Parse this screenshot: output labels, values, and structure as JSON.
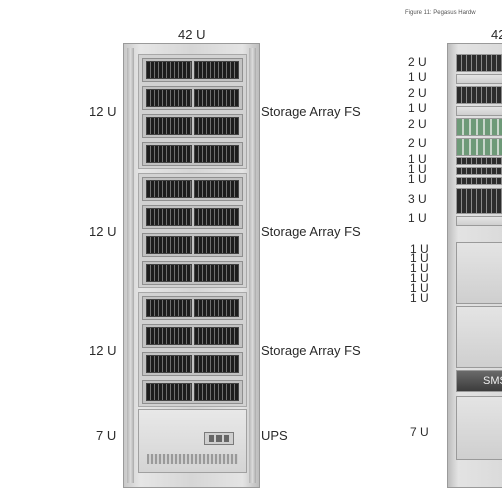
{
  "left": {
    "total_units": "42 U",
    "rows": [
      {
        "units": "12 U",
        "name": "Storage Array FS"
      },
      {
        "units": "12 U",
        "name": "Storage Array FS"
      },
      {
        "units": "12 U",
        "name": "Storage Array FS"
      },
      {
        "units": "7 U",
        "name": "UPS"
      }
    ]
  },
  "right": {
    "caption": "Figure 11: Pegasus Hardw",
    "total_units": "42",
    "unit_labels": [
      "2 U",
      "1 U",
      "2 U",
      "1 U",
      "2 U",
      "2 U",
      "1 U",
      "1 U",
      "1 U",
      "3 U",
      "1 U",
      "1 U",
      "1 U",
      "1 U",
      "1 U",
      "1 U",
      "1 U",
      "7 U"
    ],
    "device_text": "SMS"
  }
}
